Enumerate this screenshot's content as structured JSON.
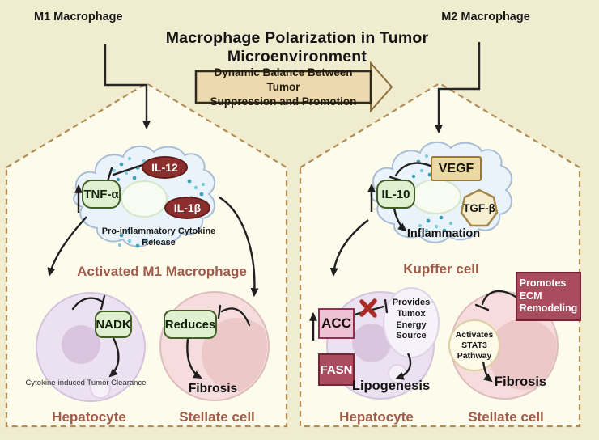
{
  "header": {
    "m1_label": "M1 Macrophage",
    "m2_label": "M2 Macrophage",
    "title": "Macrophage Polarization in Tumor Microenvironment",
    "balance_arrow": "Dynamic Balance Between Tumor\nSuppression and Promotion"
  },
  "left_panel": {
    "macrophage": {
      "tnf_badge": "TNF-α",
      "il12_badge": "IL-12",
      "il1b_badge": "IL-1β",
      "release_note": "Pro-inflammatory Cytokine\nRelease",
      "caption": "Activated M1 Macrophage"
    },
    "hepatocyte": {
      "enzyme_badge": "NADK",
      "clearance_note": "Cytokine-induced Tumor Clearance",
      "label": "Hepatocyte"
    },
    "stellate": {
      "action_badge": "Reduces",
      "fibrosis": "Fibrosis",
      "label": "Stellate cell"
    }
  },
  "right_panel": {
    "macrophage": {
      "il10_badge": "IL-10",
      "vegf_badge": "VEGF",
      "tgfb_badge": "TGF-β",
      "inflammation": "Inflammation",
      "caption": "Kupffer cell"
    },
    "hepatocyte": {
      "acc_badge": "ACC",
      "fasn_badge": "FASN",
      "energy_note": "Provides\nTumox\nEnergy\nSource",
      "lipogenesis": "Lipogenesis",
      "label": "Hepatocyte"
    },
    "stellate": {
      "stat3_note": "Activates\nSTAT3\nPathway",
      "ecm_box": "Promotes\nECM\nRemodeling",
      "fibrosis": "Fibrosis",
      "label": "Stellate cell"
    }
  },
  "colors": {
    "background": "#f0ecd0",
    "panel_fill": "#fdfbec",
    "panel_dash": "#b28e55",
    "caption_brown": "#a05a49",
    "green_badge": "#def0d0",
    "green_border": "#3f5d24",
    "cytokine_red": "#8d2e2e",
    "maroon_box": "#a84c5e",
    "macrophage_blue": "#eaf3fa",
    "hepatocyte_lavender": "#ece1f0",
    "stellate_pink": "#f6dcdc",
    "dot_teal": "#3e9eb4"
  }
}
